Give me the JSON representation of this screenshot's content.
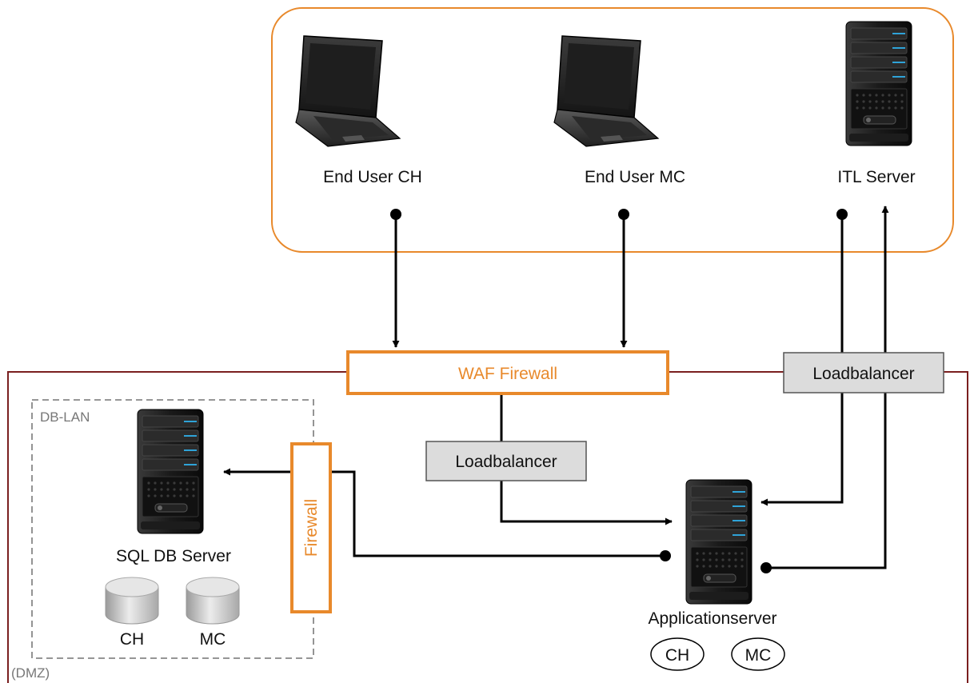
{
  "zones": {
    "clients": "",
    "dmz": "(DMZ)",
    "db_lan": "DB-LAN"
  },
  "nodes": {
    "end_user_ch": {
      "label": "End User CH",
      "icon": "laptop-icon"
    },
    "end_user_mc": {
      "label": "End User MC",
      "icon": "laptop-icon"
    },
    "itl_server": {
      "label": "ITL Server",
      "icon": "tower-server-icon"
    },
    "waf_firewall": {
      "label": "WAF Firewall"
    },
    "loadbalancer_top": {
      "label": "Loadbalancer"
    },
    "loadbalancer_mid": {
      "label": "Loadbalancer"
    },
    "firewall": {
      "label": "Firewall"
    },
    "sql_db_server": {
      "label": "SQL DB Server",
      "icon": "tower-server-icon"
    },
    "db_ch": {
      "label": "CH",
      "icon": "database-cylinder-icon"
    },
    "db_mc": {
      "label": "MC",
      "icon": "database-cylinder-icon"
    },
    "app_server": {
      "label": "Applicationserver",
      "icon": "tower-server-icon"
    },
    "app_ch": {
      "label": "CH"
    },
    "app_mc": {
      "label": "MC"
    }
  },
  "colors": {
    "accent": "#e8892b",
    "dmz_border": "#7a1f1f",
    "box_fill": "#dcdcdc",
    "box_border": "#555555",
    "db_lan_border": "#888888",
    "line": "#000000",
    "text": "#111111",
    "zone_text": "#777777"
  }
}
